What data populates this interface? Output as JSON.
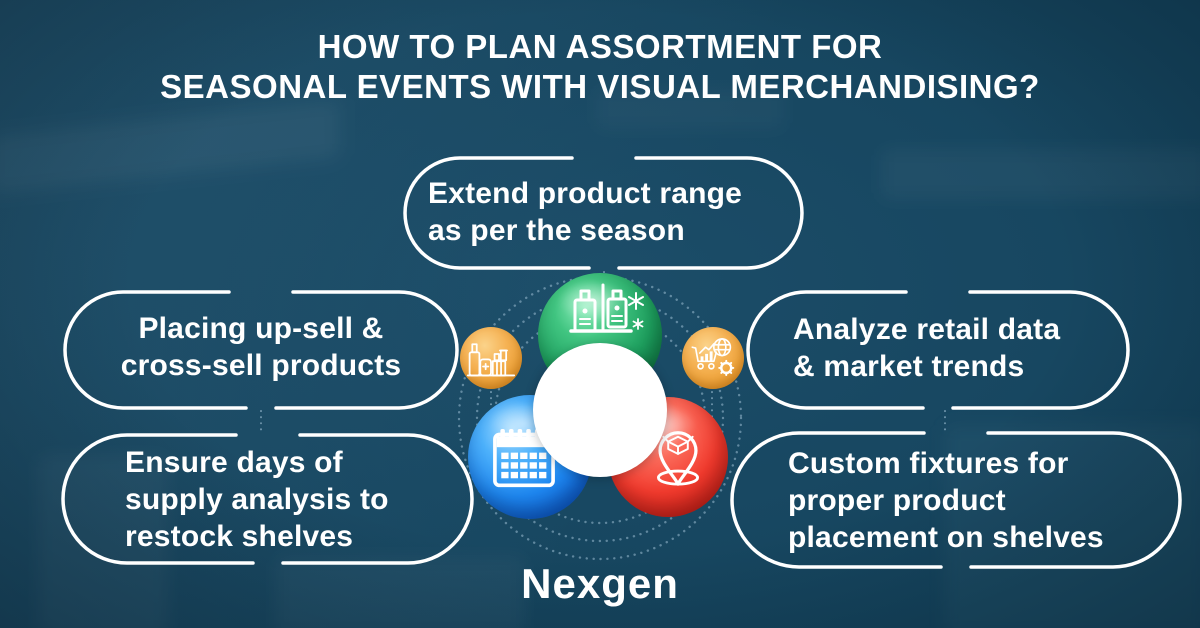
{
  "title": {
    "line1": "HOW TO PLAN ASSORTMENT FOR",
    "line2": "SEASONAL EVENTS WITH VISUAL MERCHANDISING?"
  },
  "brand": {
    "name": "Nexgen"
  },
  "steps": [
    {
      "id": "extend-product-range",
      "label": "Extend product range\nas per the season",
      "icon": "seasonal-products-icon",
      "accent": "#22a55f"
    },
    {
      "id": "upsell-cross-sell",
      "label": "Placing up-sell &\ncross-sell products",
      "icon": "grocery-products-icon",
      "accent": "#f0a33f"
    },
    {
      "id": "analyze-retail-data",
      "label": "Analyze retail data\n& market trends",
      "icon": "market-analysis-icon",
      "accent": "#f0a33f"
    },
    {
      "id": "days-of-supply",
      "label": "Ensure days of\nsupply analysis to\nrestock shelves",
      "icon": "calendar-icon",
      "accent": "#1e87f0"
    },
    {
      "id": "custom-fixtures",
      "label": "Custom fixtures for\nproper product\nplacement on shelves",
      "icon": "placement-pin-icon",
      "accent": "#f23b2e"
    }
  ],
  "colors": {
    "background": "#15445d",
    "text": "#ffffff",
    "outline": "#ffffff",
    "sphere_green": "#22a55f",
    "sphere_blue": "#1e87f0",
    "sphere_red": "#f23b2e",
    "badge_orange": "#f0a33f",
    "dots": "#a7c7db"
  }
}
